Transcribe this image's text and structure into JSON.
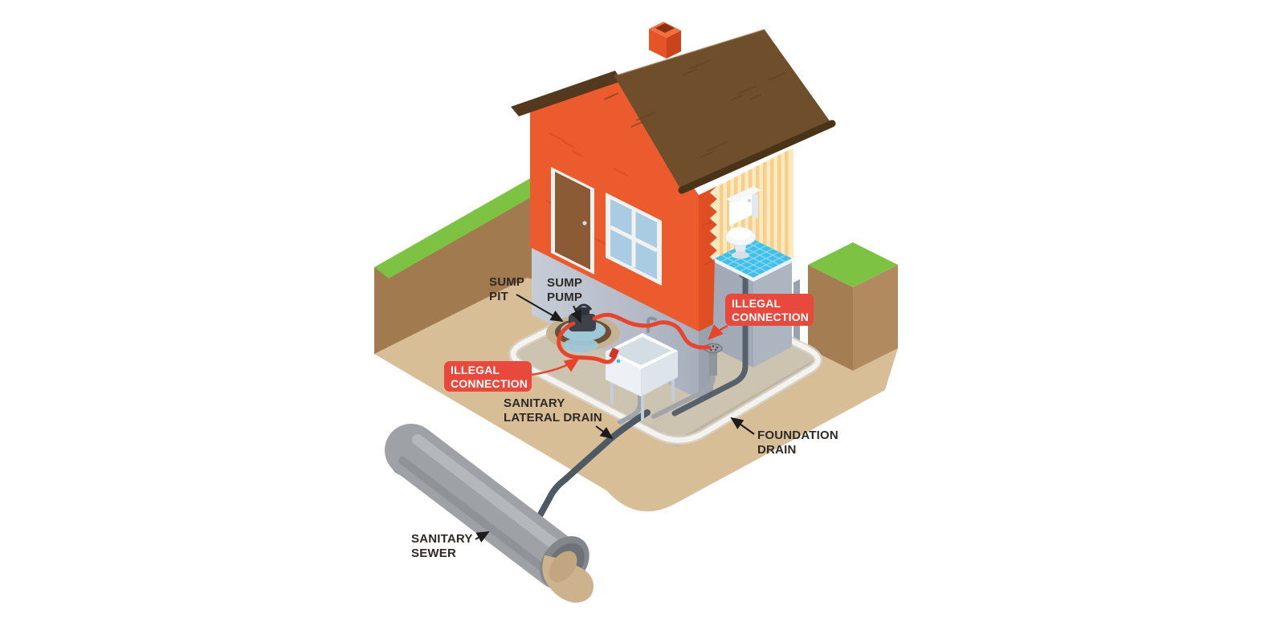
{
  "diagram": {
    "labels": {
      "sump_pit": {
        "line1": "SUMP",
        "line2": "PIT"
      },
      "sump_pump": {
        "line1": "SUMP",
        "line2": "PUMP"
      },
      "sanitary_lateral_drain": {
        "line1": "SANITARY",
        "line2": "LATERAL DRAIN"
      },
      "foundation_drain": {
        "line1": "FOUNDATION",
        "line2": "DRAIN"
      },
      "sanitary_sewer": {
        "line1": "SANITARY",
        "line2": "SEWER"
      },
      "illegal_connection_lower": {
        "line1": "ILLEGAL",
        "line2": "CONNECTION"
      },
      "illegal_connection_upper": {
        "line1": "ILLEGAL",
        "line2": "CONNECTION"
      }
    },
    "palette": {
      "house_orange": "#EB5B2D",
      "house_orange_side": "#E04E24",
      "roof_brown": "#6F4F2B",
      "roof_edge_dark": "#54391E",
      "grass_green": "#7DC242",
      "soil_dark": "#A17A50",
      "soil_light": "#D8BE97",
      "soil_block_left_face": "#A47D53",
      "soil_block_right_face": "#B28A5F",
      "foundation_wall_gray": "#B9C0CB",
      "basement_floor": "#CCC3B0",
      "drain_white": "#F4F3F0",
      "pipe_gray": "#9EA2A7",
      "lateral_dark": "#4E5A63",
      "hose_red": "#E8432D",
      "badge_red": "#E9483D",
      "tile_blue": "#41BFE8",
      "wallpaper_yellow": "#FCE9BE",
      "wallpaper_stripe": "#F6CF8F",
      "sewage_tan": "#CDB28E",
      "label_text": "#2D2A26"
    }
  }
}
